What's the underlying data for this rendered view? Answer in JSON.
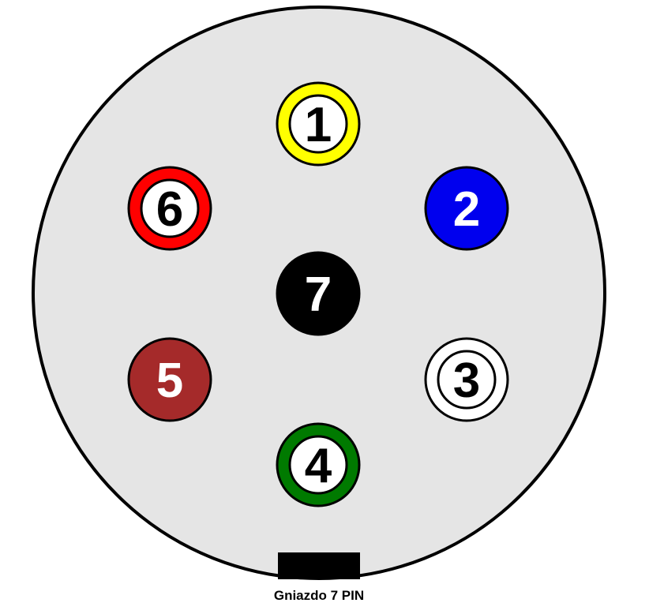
{
  "connector": {
    "caption": "Gniazdo 7 PIN",
    "body_color": "#e5e5e5",
    "outline_color": "#000000",
    "key_color": "#000000"
  },
  "pins": [
    {
      "id": "pin-1",
      "label": "1",
      "ring_color": "#ffff00",
      "fill_color": "#ffffff",
      "text_color": "#000000",
      "style": "ring"
    },
    {
      "id": "pin-2",
      "label": "2",
      "ring_color": "#0000ee",
      "fill_color": "#0000ee",
      "text_color": "#ffffff",
      "style": "solid"
    },
    {
      "id": "pin-3",
      "label": "3",
      "ring_color": "#ffffff",
      "fill_color": "#ffffff",
      "text_color": "#000000",
      "style": "ring"
    },
    {
      "id": "pin-4",
      "label": "4",
      "ring_color": "#007a00",
      "fill_color": "#ffffff",
      "text_color": "#000000",
      "style": "ring"
    },
    {
      "id": "pin-5",
      "label": "5",
      "ring_color": "#a52a2a",
      "fill_color": "#a52a2a",
      "text_color": "#ffffff",
      "style": "solid"
    },
    {
      "id": "pin-6",
      "label": "6",
      "ring_color": "#ff0000",
      "fill_color": "#ffffff",
      "text_color": "#000000",
      "style": "ring"
    },
    {
      "id": "pin-7",
      "label": "7",
      "ring_color": "#000000",
      "fill_color": "#000000",
      "text_color": "#ffffff",
      "style": "solid"
    }
  ]
}
